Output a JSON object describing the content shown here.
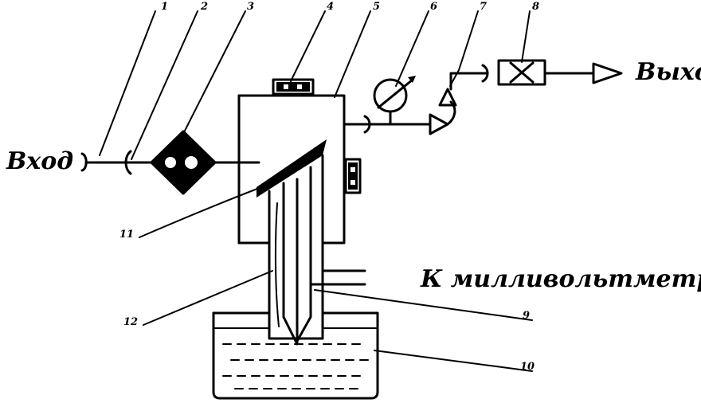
{
  "labels": {
    "input": "Вход",
    "output": "Выход",
    "millivoltmeter": "К милливольтметру"
  },
  "numbers": {
    "n1": "1",
    "n2": "2",
    "n3": "3",
    "n4": "4",
    "n5": "5",
    "n6": "6",
    "n7": "7",
    "n8": "8",
    "n9": "9",
    "n10": "10",
    "n11": "11",
    "n12": "12"
  },
  "colors": {
    "ink": "#000000",
    "background": "#ffffff"
  }
}
